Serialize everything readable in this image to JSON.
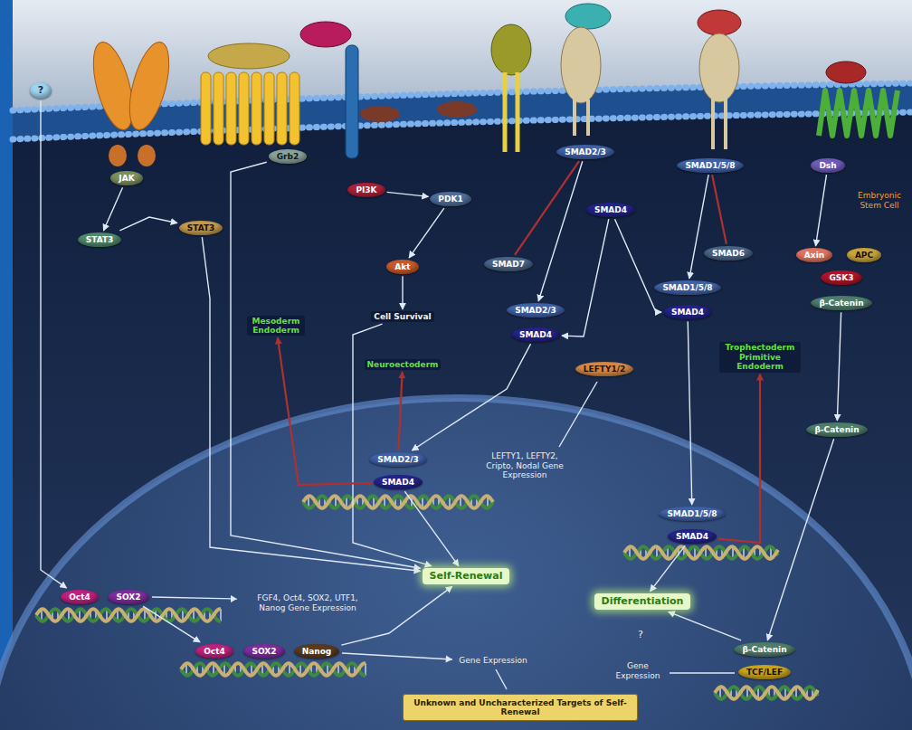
{
  "diagram": {
    "nodes": [
      {
        "text": [
          "?"
        ]
      },
      {
        "text": [
          "JAK"
        ]
      },
      {
        "text": [
          "STAT3"
        ]
      },
      {
        "text": [
          "STAT3"
        ]
      },
      {
        "text": [
          "Grb2"
        ]
      },
      {
        "text": [
          "PI3K"
        ]
      },
      {
        "text": [
          "PDK1"
        ]
      },
      {
        "text": [
          "Akt"
        ]
      },
      {
        "text": [
          "SMAD2/3"
        ]
      },
      {
        "text": [
          "SMAD4"
        ]
      },
      {
        "text": [
          "SMAD7"
        ]
      },
      {
        "text": [
          "SMAD2/3"
        ]
      },
      {
        "text": [
          "SMAD4"
        ]
      },
      {
        "text": [
          "SMAD1/5/8"
        ]
      },
      {
        "text": [
          "SMAD6"
        ]
      },
      {
        "text": [
          "SMAD1/5/8"
        ]
      },
      {
        "text": [
          "SMAD4"
        ]
      },
      {
        "text": [
          "LEFTY1/2"
        ]
      },
      {
        "text": [
          "Dsh"
        ]
      },
      {
        "text": [
          "Axin"
        ]
      },
      {
        "text": [
          "APC"
        ]
      },
      {
        "text": [
          "GSK3"
        ]
      },
      {
        "text": [
          "β-Catenin"
        ]
      },
      {
        "text": [
          "Cell Survival"
        ]
      },
      {
        "text": [
          "Mesoderm Endoderm"
        ]
      },
      {
        "text": [
          "Neuroectoderm"
        ]
      },
      {
        "text": [
          "Trophectoderm Primitive Endoderm"
        ]
      },
      {
        "text": [
          "SMAD2/3"
        ]
      },
      {
        "text": [
          "SMAD4"
        ]
      },
      {
        "text": [
          "SMAD1/5/8"
        ]
      },
      {
        "text": [
          "SMAD4"
        ]
      },
      {
        "text": [
          "β-Catenin"
        ]
      },
      {
        "text": [
          "Self-Renewal"
        ]
      },
      {
        "text": [
          "Differentiation"
        ]
      },
      {
        "text": [
          "Oct4"
        ]
      },
      {
        "text": [
          "SOX2"
        ]
      },
      {
        "text": [
          "Oct4"
        ]
      },
      {
        "text": [
          "SOX2"
        ]
      },
      {
        "text": [
          "Nanog"
        ]
      },
      {
        "text": [
          "β-Catenin"
        ]
      },
      {
        "text": [
          "TCF/LEF"
        ]
      },
      {
        "text": [
          "Unknown and Uncharacterized Targets of Self-Renewal"
        ]
      }
    ],
    "edges": [
      {
        "from": 0,
        "to": 34,
        "arrow": "to"
      },
      {
        "from": 1,
        "to": 2,
        "arrow": "to"
      },
      {
        "from": 2,
        "to": 3,
        "arrow": "to"
      },
      {
        "from": 3,
        "to": 32,
        "arrow": "to"
      },
      {
        "from": 4,
        "to": 32,
        "arrow": "to"
      },
      {
        "from": 5,
        "to": 6,
        "arrow": "to"
      },
      {
        "from": 6,
        "to": 7,
        "arrow": "to"
      },
      {
        "from": 7,
        "to": 23,
        "arrow": "to"
      },
      {
        "from": 23,
        "to": 32,
        "arrow": "to"
      },
      {
        "from": 8,
        "to": 11,
        "arrow": "to"
      },
      {
        "from": 9,
        "to": 12,
        "arrow": "to"
      },
      {
        "from": 9,
        "to": 16,
        "arrow": "to"
      },
      {
        "from": 13,
        "to": 15,
        "arrow": "to"
      },
      {
        "from": 12,
        "to": 27,
        "arrow": "to"
      },
      {
        "from": 16,
        "to": 29,
        "arrow": "to"
      },
      {
        "from": 28,
        "to": 32,
        "arrow": "to"
      },
      {
        "from": 30,
        "to": 33,
        "arrow": "to"
      },
      {
        "from": 28,
        "to": 24,
        "arrow": "to"
      },
      {
        "from": 27,
        "to": 25,
        "arrow": "to"
      },
      {
        "from": 30,
        "to": 26,
        "arrow": "to"
      },
      {
        "from": 18,
        "to": 19,
        "arrow": "to"
      },
      {
        "from": 22,
        "to": 31,
        "arrow": "to"
      },
      {
        "from": 31,
        "to": 39,
        "arrow": "to"
      },
      {
        "from": 35,
        "to": 36,
        "arrow": "to"
      },
      {
        "from": 38,
        "to": 32,
        "arrow": "to"
      },
      {
        "from": 39,
        "to": 33,
        "arrow": "to"
      },
      {
        "from": 10,
        "to": 8,
        "arrow": "none"
      },
      {
        "from": 14,
        "to": 13,
        "arrow": "none"
      }
    ],
    "labels": [
      "LEFTY1, LEFTY2, Cripto, Nodal Gene Expression",
      "FGF4, Oct4, SOX2, UTF1, Nanog Gene Expression",
      "Gene Expression",
      "?",
      "Gene Expression",
      "Embryonic Stem Cell"
    ]
  }
}
